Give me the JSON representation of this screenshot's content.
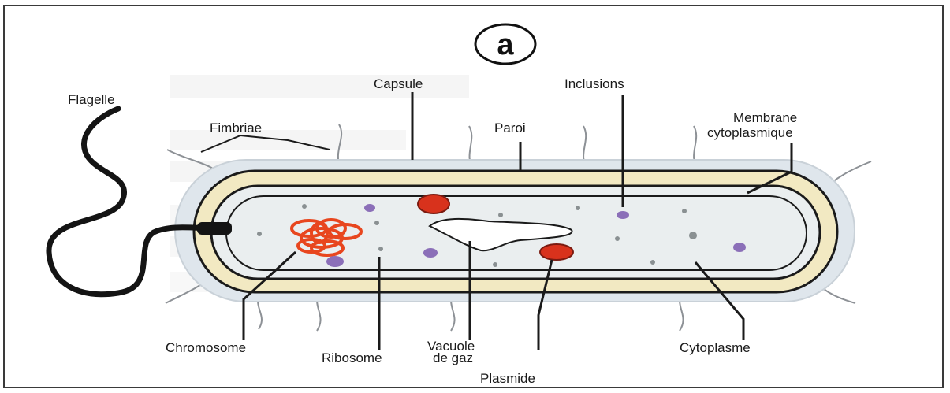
{
  "figure": {
    "badge": "a",
    "labels": {
      "flagelle": "Flagelle",
      "fimbriae": "Fimbriae",
      "capsule": "Capsule",
      "paroi": "Paroi",
      "inclusions": "Inclusions",
      "membrane_line1": "Membrane",
      "membrane_line2": "cytoplasmique",
      "chromosome": "Chromosome",
      "ribosome": "Ribosome",
      "vacuole_line1": "Vacuole",
      "vacuole_line2": "de gaz",
      "plasmide": "Plasmide",
      "cytoplasme": "Cytoplasme"
    }
  },
  "colors": {
    "capsule": "#dfe6ec",
    "paroi": "#f2e9c2",
    "cytoplasm": "#eaeeef",
    "chromosome": "#e8461e",
    "plasmid": "#d8321c",
    "inclusion": "#8b6fb8",
    "ribosome": "#8a9092",
    "outline": "#1a1a1a"
  }
}
